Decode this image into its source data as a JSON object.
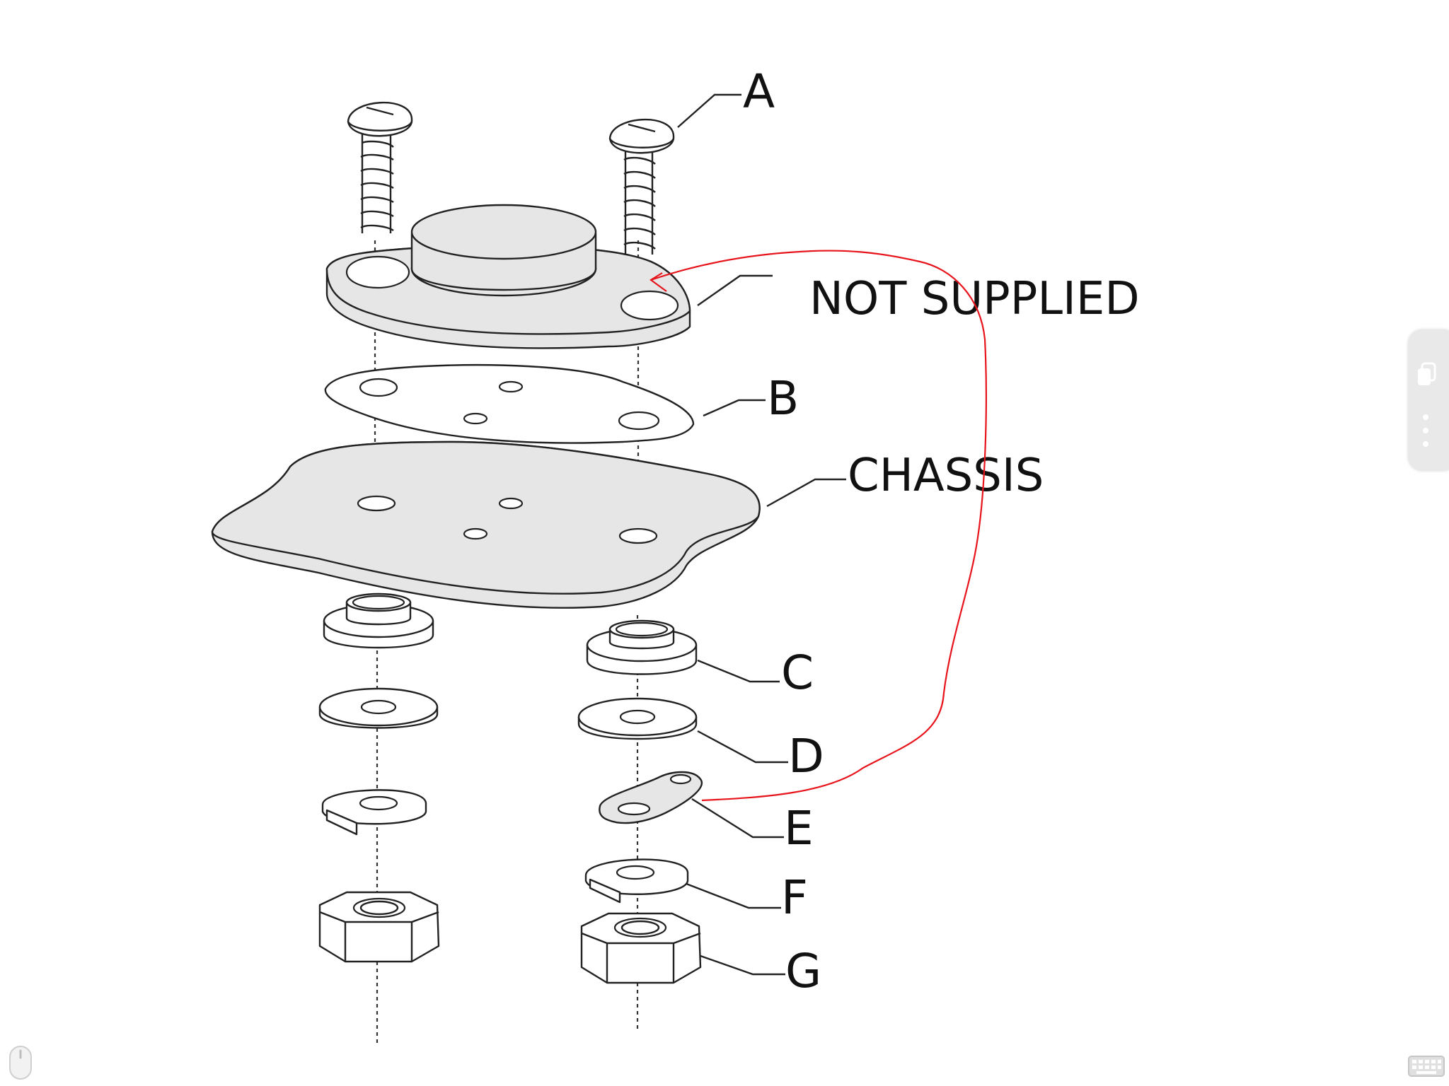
{
  "labels": {
    "a": "A",
    "b": "B",
    "c": "C",
    "d": "D",
    "e": "E",
    "f": "F",
    "g": "G",
    "not_supplied": "NOT SUPPLIED",
    "chassis": "CHASSIS"
  },
  "annotation": {
    "color": "#e8141c"
  },
  "icons": {
    "side_panel": [
      "copy-icon",
      "more-vertical-icon"
    ],
    "bottom_left": "mouse-icon",
    "bottom_right": "keyboard-icon"
  }
}
